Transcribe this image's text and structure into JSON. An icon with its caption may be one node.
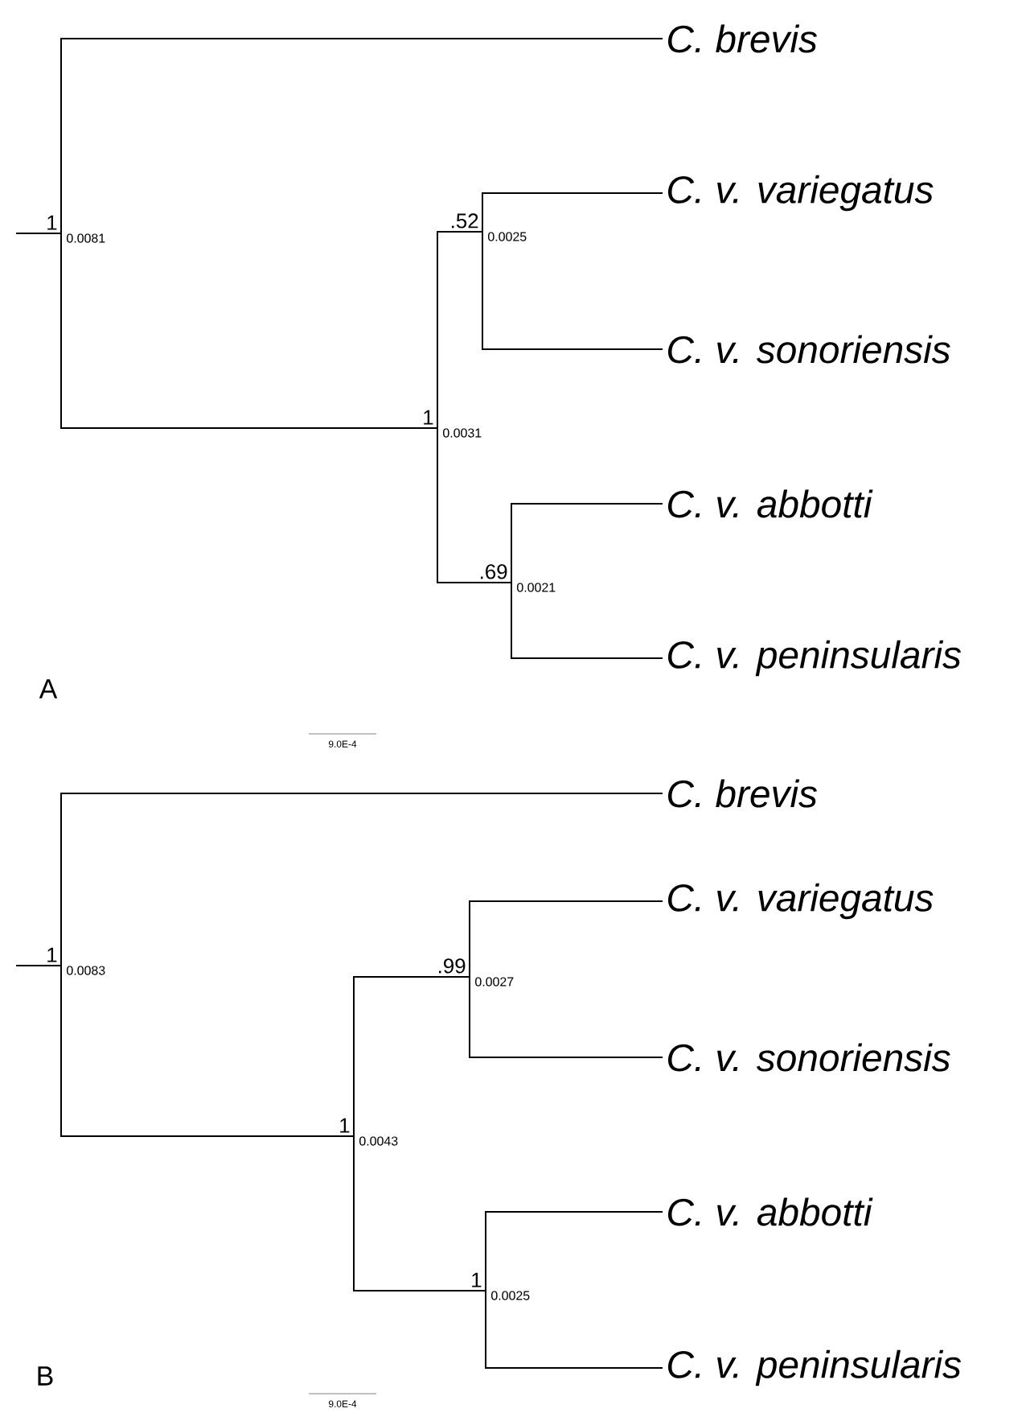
{
  "diagram": {
    "nodes": [
      {
        "text": [
          "1",
          "0.0081"
        ]
      },
      {
        "text": [
          "*C. brevis*"
        ]
      },
      {
        "text": [
          "1",
          "0.0031"
        ]
      },
      {
        "text": [
          ".52",
          "0.0025"
        ]
      },
      {
        "text": [
          "*C. v. variegatus*"
        ]
      },
      {
        "text": [
          "*C. v. sonoriensis*"
        ]
      },
      {
        "text": [
          ".69",
          "0.0021"
        ]
      },
      {
        "text": [
          "*C. v. abbotti*"
        ]
      },
      {
        "text": [
          "*C. v. peninsularis*"
        ]
      },
      {
        "text": [
          "1",
          "0.0083"
        ]
      },
      {
        "text": [
          "*C. brevis*"
        ]
      },
      {
        "text": [
          "1",
          "0.0043"
        ]
      },
      {
        "text": [
          ".99",
          "0.0027"
        ]
      },
      {
        "text": [
          "*C. v. variegatus*"
        ]
      },
      {
        "text": [
          "*C. v. sonoriensis*"
        ]
      },
      {
        "text": [
          "1",
          "0.0025"
        ]
      },
      {
        "text": [
          "*C. v. abbotti*"
        ]
      },
      {
        "text": [
          "*C. v. peninsularis*"
        ]
      }
    ],
    "edges": [
      {
        "from": null,
        "to": 0,
        "arrow": "none"
      },
      {
        "from": 0,
        "to": 1,
        "arrow": "none"
      },
      {
        "from": 0,
        "to": 2,
        "arrow": "none"
      },
      {
        "from": 2,
        "to": 3,
        "arrow": "none"
      },
      {
        "from": 3,
        "to": 4,
        "arrow": "none"
      },
      {
        "from": 3,
        "to": 5,
        "arrow": "none"
      },
      {
        "from": 2,
        "to": 6,
        "arrow": "none"
      },
      {
        "from": 6,
        "to": 7,
        "arrow": "none"
      },
      {
        "from": 6,
        "to": 8,
        "arrow": "none"
      },
      {
        "from": null,
        "to": 9,
        "arrow": "none"
      },
      {
        "from": 9,
        "to": 10,
        "arrow": "none"
      },
      {
        "from": 9,
        "to": 11,
        "arrow": "none"
      },
      {
        "from": 11,
        "to": 12,
        "arrow": "none"
      },
      {
        "from": 12,
        "to": 13,
        "arrow": "none"
      },
      {
        "from": 12,
        "to": 14,
        "arrow": "none"
      },
      {
        "from": 11,
        "to": 15,
        "arrow": "none"
      },
      {
        "from": 15,
        "to": 16,
        "arrow": "none"
      },
      {
        "from": 15,
        "to": 17,
        "arrow": "none"
      }
    ],
    "labels": [
      "A",
      "9.0E-4",
      "B",
      "9.0E-4"
    ]
  }
}
